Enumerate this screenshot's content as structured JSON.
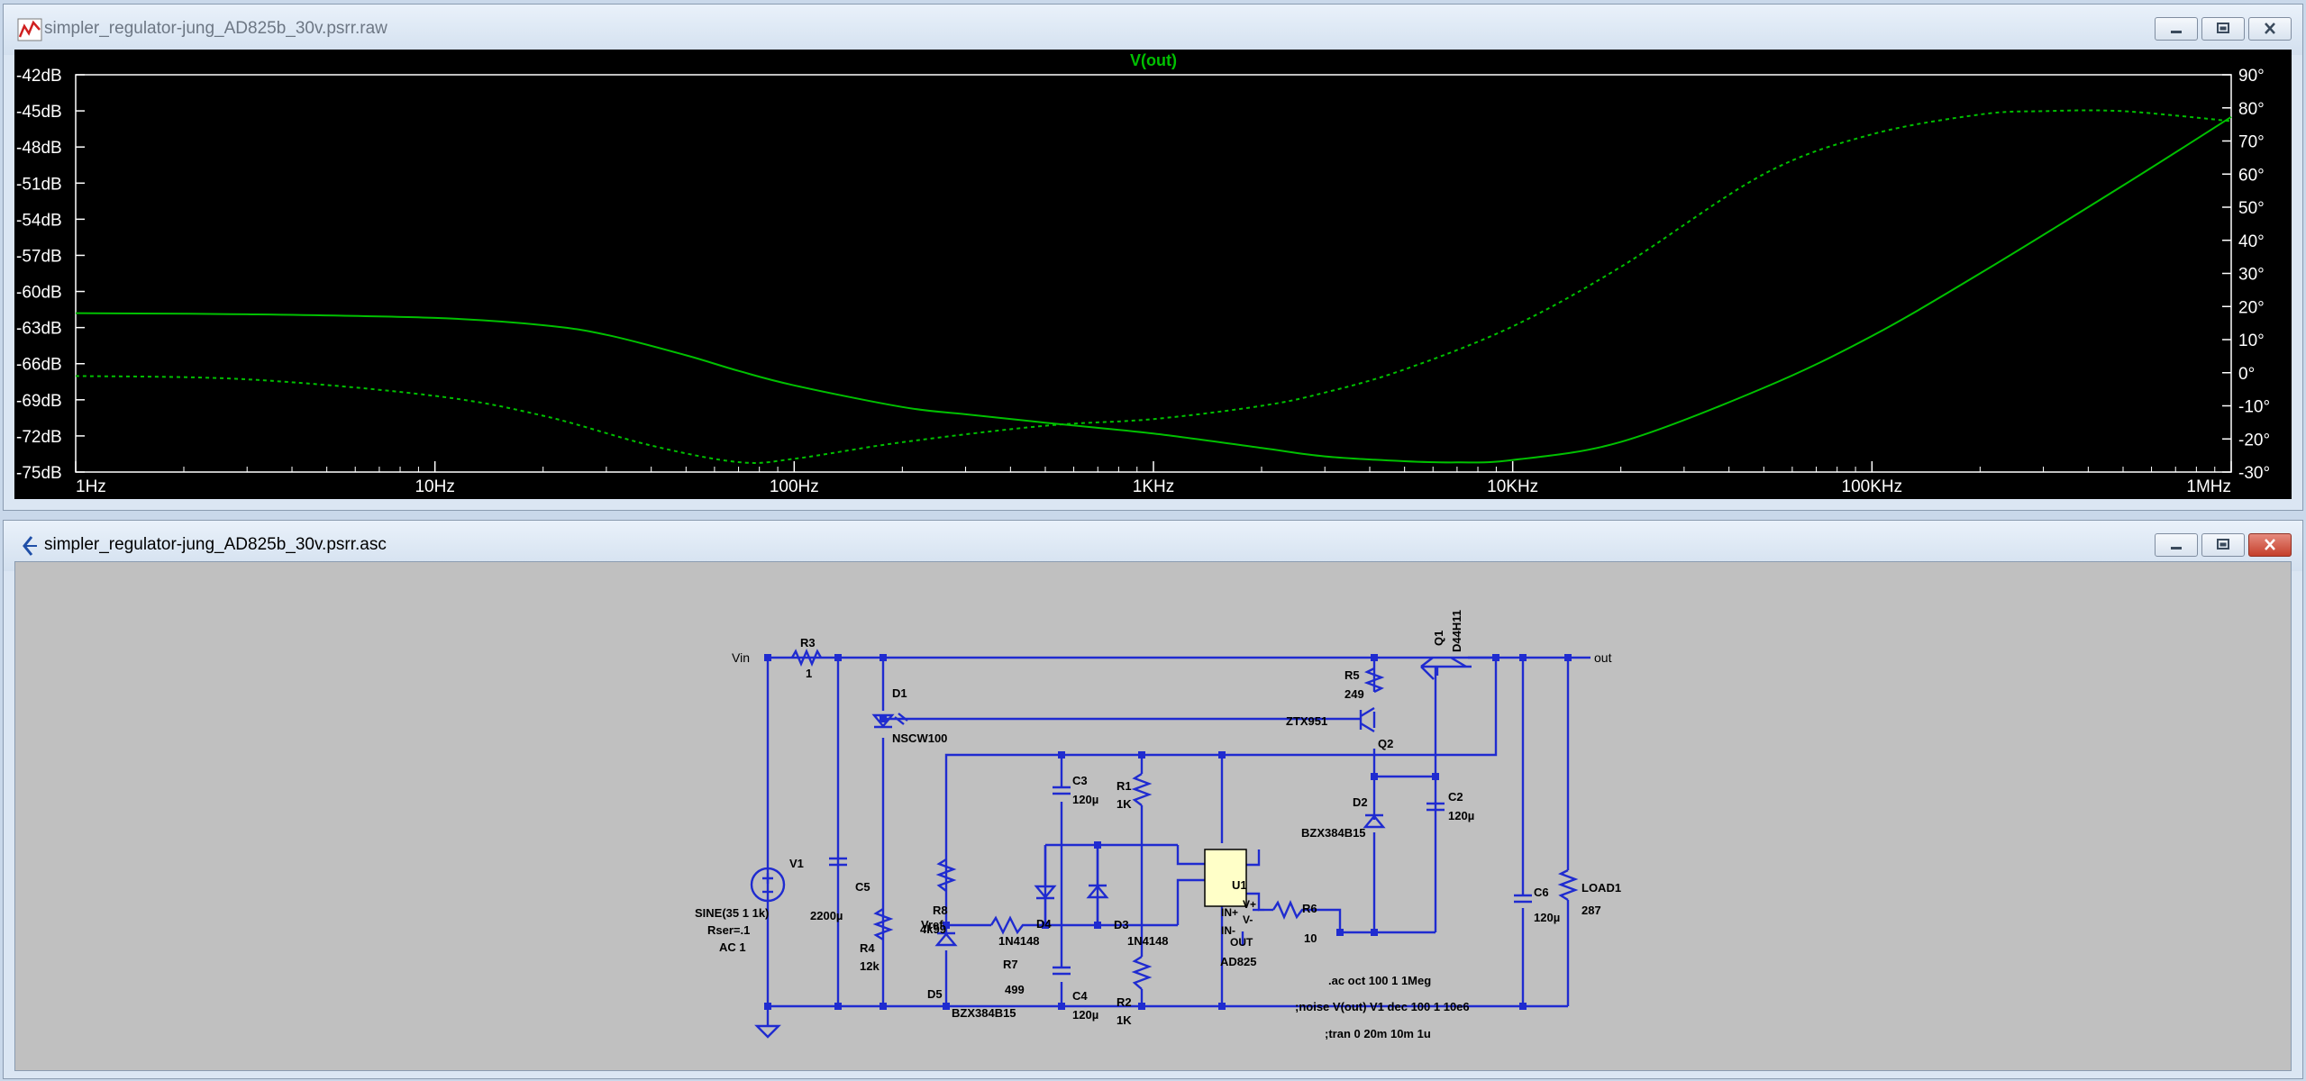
{
  "plot_window": {
    "title": "simpler_regulator-jung_AD825b_30v.psrr.raw",
    "trace_name": "V(out)",
    "left_axis_ticks": [
      "-42dB",
      "-45dB",
      "-48dB",
      "-51dB",
      "-54dB",
      "-57dB",
      "-60dB",
      "-63dB",
      "-66dB",
      "-69dB",
      "-72dB",
      "-75dB"
    ],
    "right_axis_ticks": [
      "90°",
      "80°",
      "70°",
      "60°",
      "50°",
      "40°",
      "30°",
      "20°",
      "10°",
      "0°",
      "-10°",
      "-20°",
      "-30°"
    ],
    "x_axis_ticks": [
      "1Hz",
      "10Hz",
      "100Hz",
      "1KHz",
      "10KHz",
      "100KHz",
      "1MHz"
    ],
    "colors": {
      "background": "#000000",
      "trace": "#00c000",
      "grid_ticks": "#ffffff"
    }
  },
  "chart_data": {
    "type": "line",
    "x_scale": "log",
    "xlim": [
      1,
      1000000
    ],
    "ylim_left_db": [
      -75,
      -42
    ],
    "ylim_right_deg": [
      -30,
      90
    ],
    "grid": false,
    "series": [
      {
        "name": "V(out)",
        "axis": "left",
        "style": "solid",
        "x": [
          1,
          3,
          10,
          20,
          30,
          50,
          70,
          100,
          200,
          300,
          500,
          1000,
          2000,
          3000,
          5000,
          7000,
          10000,
          20000,
          50000,
          100000,
          200000,
          500000,
          1000000
        ],
        "y": [
          -61.8,
          -61.9,
          -62.2,
          -62.8,
          -63.6,
          -65.3,
          -66.6,
          -67.8,
          -69.6,
          -70.2,
          -70.9,
          -71.8,
          -73.0,
          -73.7,
          -74.1,
          -74.2,
          -74.0,
          -72.5,
          -68.0,
          -63.7,
          -58.5,
          -51.2,
          -45.5
        ]
      },
      {
        "name": "V(out)",
        "axis": "right",
        "style": "dashed",
        "x": [
          1,
          3,
          10,
          20,
          40,
          70,
          100,
          200,
          500,
          1000,
          2000,
          3000,
          5000,
          10000,
          20000,
          50000,
          100000,
          200000,
          300000,
          500000,
          1000000
        ],
        "y": [
          -1,
          -2,
          -7,
          -13,
          -22,
          -27,
          -26,
          -21,
          -16,
          -14,
          -10,
          -6,
          1,
          14,
          32,
          60,
          72,
          78,
          79,
          79,
          76
        ]
      }
    ]
  },
  "schematic_window": {
    "title": "simpler_regulator-jung_AD825b_30v.psrr.asc"
  },
  "schematic": {
    "labels": {
      "vin": "Vin",
      "out": "out",
      "vref": "Vref",
      "r3": "R3",
      "r3v": "1",
      "d1": "D1",
      "d1v": "NSCW100",
      "r5": "R5",
      "r5v": "249",
      "q1": "Q1",
      "q1v": "D44H11",
      "q2": "Q2",
      "q2v": "ZTX951",
      "c3": "C3",
      "c3v": "120µ",
      "r1": "R1",
      "r1v": "1K",
      "c2": "C2",
      "c2v": "120µ",
      "d2": "D2",
      "d2v": "BZX384B15",
      "v1": "V1",
      "v1a": "SINE(35 1 1k)",
      "v1b": "Rser=.1",
      "v1c": "AC 1",
      "c5": "C5",
      "c5v": "2200µ",
      "r8": "R8",
      "r8v": "4k99",
      "d4": "D4",
      "d4v": "1N4148",
      "d3": "D3",
      "d3v": "1N4148",
      "u1": "U1",
      "u1v": "AD825",
      "r6": "R6",
      "r6v": "10",
      "c6": "C6",
      "c6v": "120µ",
      "load": "LOAD1",
      "loadv": "287",
      "r4": "R4",
      "r4v": "12k",
      "r7": "R7",
      "r7v": "499",
      "d5": "D5",
      "d5v": "BZX384B15",
      "c4": "C4",
      "c4v": "120µ",
      "r2": "R2",
      "r2v": "1K",
      "pin_vp": "V+",
      "pin_vm": "V-",
      "pin_inp": "IN+",
      "pin_inm": "IN-",
      "pin_out": "OUT",
      "dir_ac": ".ac oct 100 1 1Meg",
      "dir_noise": ";noise V(out) V1 dec 100 1 10e6",
      "dir_tran": ";tran 0 20m 10m 1u"
    }
  }
}
